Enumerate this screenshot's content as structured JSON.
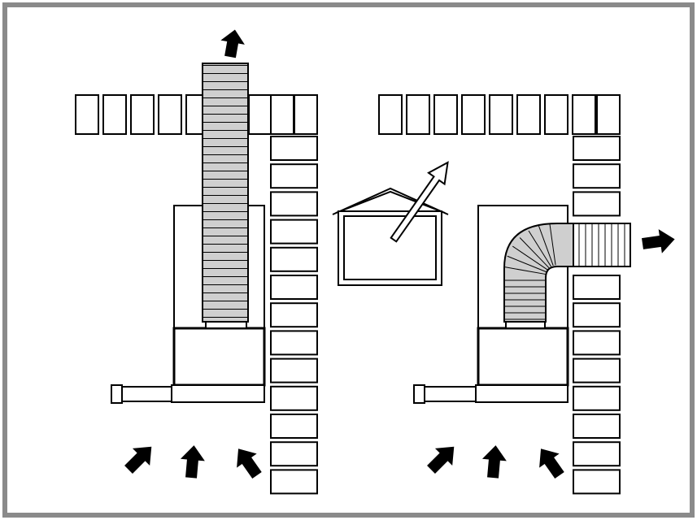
{
  "diagram": {
    "title": "",
    "panels": [
      {
        "id": "left",
        "variant": "duct-through-roof"
      },
      {
        "id": "right",
        "variant": "duct-through-wall"
      }
    ],
    "icons": {
      "center": "house-with-roof-vent-arrow-icon",
      "intake": "air-intake-arrow-icon",
      "exhaust": "exhaust-arrow-icon"
    },
    "colors": {
      "frame": "#8a8a8a",
      "line": "#000000",
      "duct_fill": "#cfcfcf",
      "background": "#ffffff"
    }
  }
}
